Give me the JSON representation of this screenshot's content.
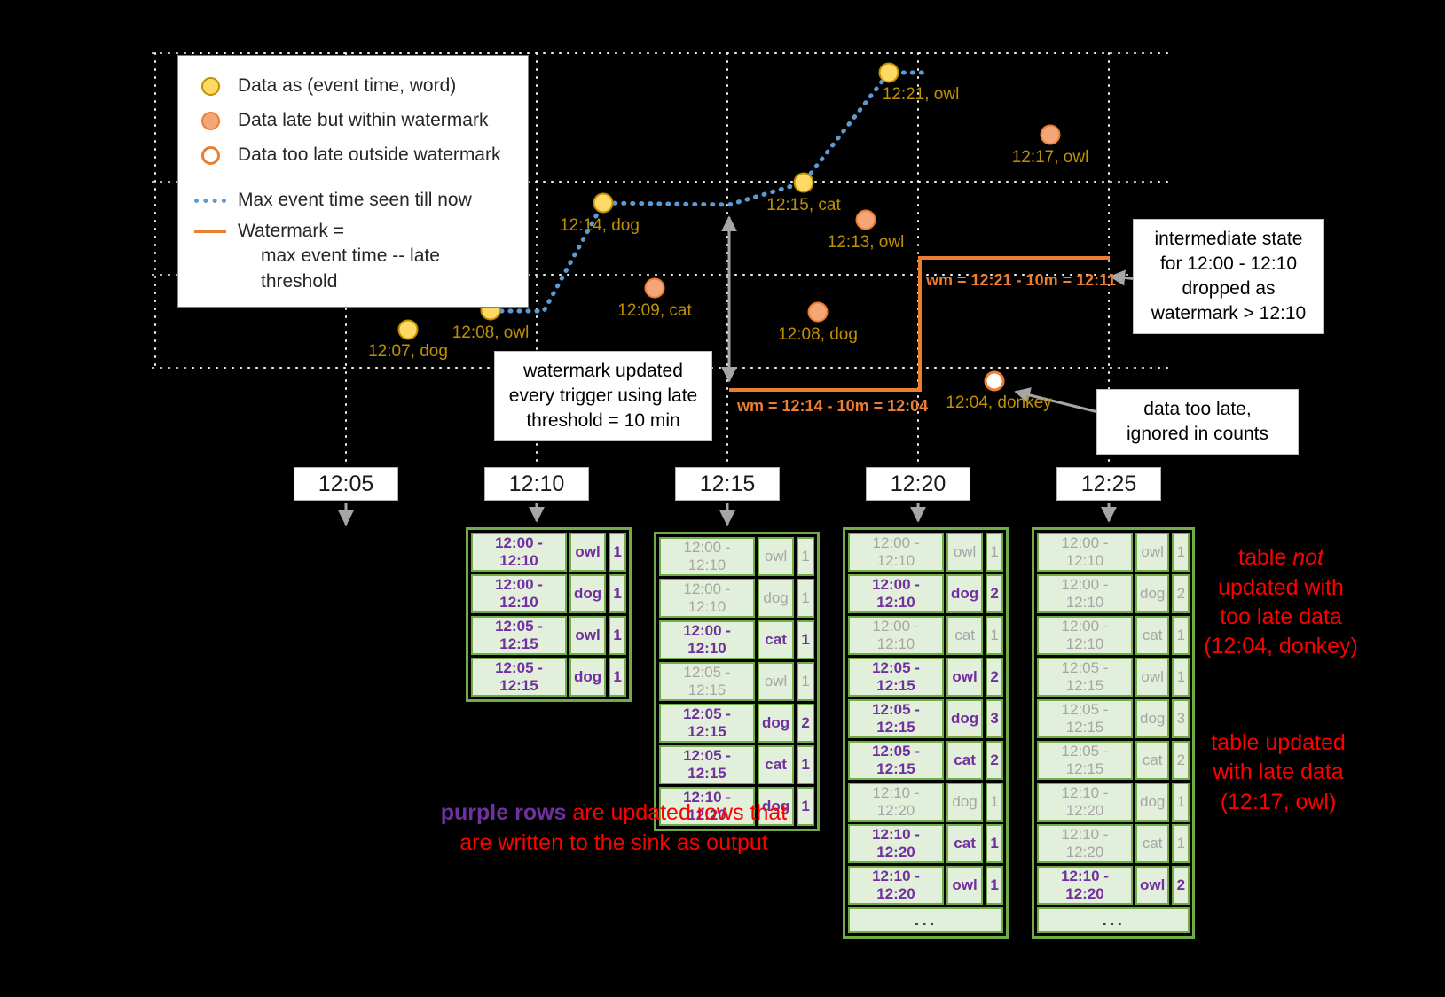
{
  "colors": {
    "background": "#000000",
    "grid": "#ffffff",
    "ontime_fill": "#ffd966",
    "ontime_stroke": "#bf9000",
    "late_fill": "#f4a678",
    "late_stroke": "#ed7d31",
    "toolate_fill": "#ffffff",
    "toolate_stroke": "#ed7d31",
    "max_event_line": "#5b9bd5",
    "watermark_line": "#ed7d31",
    "point_label": "#bf9000",
    "table_border": "#70ad47",
    "table_cell_bg": "#e2efda",
    "updated_row": "#7030a0",
    "old_row": "#a6a6a6",
    "annotation_red": "#ff0000",
    "arrow_gray": "#a6a6a6",
    "callout_bg": "#ffffff",
    "callout_border": "#bfbfbf",
    "time_box_bg": "#ffffff",
    "time_box_text": "#1a1a1a",
    "legend_text": "#262626",
    "ellipsis_text": "#404040"
  },
  "legend": {
    "items": [
      {
        "type": "ontime",
        "label": "Data as (event time, word)"
      },
      {
        "type": "late",
        "label": "Data late but within watermark"
      },
      {
        "type": "toolate",
        "label": "Data too late outside watermark"
      },
      {
        "type": "max-event-line",
        "label": "Max event time seen till now"
      },
      {
        "type": "watermark-line",
        "label": "Watermark =",
        "label2": "max event time -- late threshold"
      }
    ]
  },
  "points": [
    {
      "label": "12:07, dog",
      "status": "ontime"
    },
    {
      "label": "12:08, owl",
      "status": "ontime"
    },
    {
      "label": "12:14, dog",
      "status": "ontime"
    },
    {
      "label": "12:15, cat",
      "status": "ontime"
    },
    {
      "label": "12:21, owl",
      "status": "ontime"
    },
    {
      "label": "12:09, cat",
      "status": "late"
    },
    {
      "label": "12:13, owl",
      "status": "late"
    },
    {
      "label": "12:08, dog",
      "status": "late"
    },
    {
      "label": "12:17, owl",
      "status": "late"
    },
    {
      "label": "12:04, donkey",
      "status": "toolate"
    }
  ],
  "watermark_labels": [
    "wm = 12:14 - 10m = 12:04",
    "wm = 12:21 - 10m = 12:11"
  ],
  "callouts": {
    "watermark_updated": "watermark updated\nevery trigger using late\nthreshold = 10 min",
    "intermediate_state": "intermediate state\nfor 12:00 - 12:10\ndropped as\nwatermark > 12:10",
    "too_late": "data too late,\nignored in counts"
  },
  "time_axis": [
    "12:05",
    "12:10",
    "12:15",
    "12:20",
    "12:25"
  ],
  "ellipsis_label": "...",
  "tables": [
    {
      "trigger": "12:10",
      "ellipsis": false,
      "rows": [
        {
          "window": "12:00 - 12:10",
          "word": "owl",
          "count": 1,
          "updated": true
        },
        {
          "window": "12:00 - 12:10",
          "word": "dog",
          "count": 1,
          "updated": true
        },
        {
          "window": "12:05 - 12:15",
          "word": "owl",
          "count": 1,
          "updated": true
        },
        {
          "window": "12:05 - 12:15",
          "word": "dog",
          "count": 1,
          "updated": true
        }
      ]
    },
    {
      "trigger": "12:15",
      "ellipsis": false,
      "rows": [
        {
          "window": "12:00 - 12:10",
          "word": "owl",
          "count": 1,
          "updated": false
        },
        {
          "window": "12:00 - 12:10",
          "word": "dog",
          "count": 1,
          "updated": false
        },
        {
          "window": "12:00 - 12:10",
          "word": "cat",
          "count": 1,
          "updated": true
        },
        {
          "window": "12:05 - 12:15",
          "word": "owl",
          "count": 1,
          "updated": false
        },
        {
          "window": "12:05 - 12:15",
          "word": "dog",
          "count": 2,
          "updated": true
        },
        {
          "window": "12:05 - 12:15",
          "word": "cat",
          "count": 1,
          "updated": true
        },
        {
          "window": "12:10 - 12:20",
          "word": "dog",
          "count": 1,
          "updated": true
        }
      ]
    },
    {
      "trigger": "12:20",
      "ellipsis": true,
      "rows": [
        {
          "window": "12:00 - 12:10",
          "word": "owl",
          "count": 1,
          "updated": false
        },
        {
          "window": "12:00 - 12:10",
          "word": "dog",
          "count": 2,
          "updated": true
        },
        {
          "window": "12:00 - 12:10",
          "word": "cat",
          "count": 1,
          "updated": false
        },
        {
          "window": "12:05 - 12:15",
          "word": "owl",
          "count": 2,
          "updated": true
        },
        {
          "window": "12:05 - 12:15",
          "word": "dog",
          "count": 3,
          "updated": true
        },
        {
          "window": "12:05 - 12:15",
          "word": "cat",
          "count": 2,
          "updated": true
        },
        {
          "window": "12:10 - 12:20",
          "word": "dog",
          "count": 1,
          "updated": false
        },
        {
          "window": "12:10 - 12:20",
          "word": "cat",
          "count": 1,
          "updated": true
        },
        {
          "window": "12:10 - 12:20",
          "word": "owl",
          "count": 1,
          "updated": true
        }
      ]
    },
    {
      "trigger": "12:25",
      "ellipsis": true,
      "rows": [
        {
          "window": "12:00 - 12:10",
          "word": "owl",
          "count": 1,
          "updated": false
        },
        {
          "window": "12:00 - 12:10",
          "word": "dog",
          "count": 2,
          "updated": false
        },
        {
          "window": "12:00 - 12:10",
          "word": "cat",
          "count": 1,
          "updated": false
        },
        {
          "window": "12:05 - 12:15",
          "word": "owl",
          "count": 1,
          "updated": false
        },
        {
          "window": "12:05 - 12:15",
          "word": "dog",
          "count": 3,
          "updated": false
        },
        {
          "window": "12:05 - 12:15",
          "word": "cat",
          "count": 2,
          "updated": false
        },
        {
          "window": "12:10 - 12:20",
          "word": "dog",
          "count": 1,
          "updated": false
        },
        {
          "window": "12:10 - 12:20",
          "word": "cat",
          "count": 1,
          "updated": false
        },
        {
          "window": "12:10 - 12:20",
          "word": "owl",
          "count": 2,
          "updated": true
        }
      ]
    }
  ],
  "annotations": {
    "purple_note": {
      "highlight": "purple rows",
      "rest": " are updated rows that\nare written to the sink as output"
    },
    "not_updated": {
      "pre": "table ",
      "italic": "not",
      "post": "\nupdated with\ntoo late data\n(12:04, donkey)"
    },
    "updated_late": "table updated\nwith late data\n(12:17, owl)"
  }
}
